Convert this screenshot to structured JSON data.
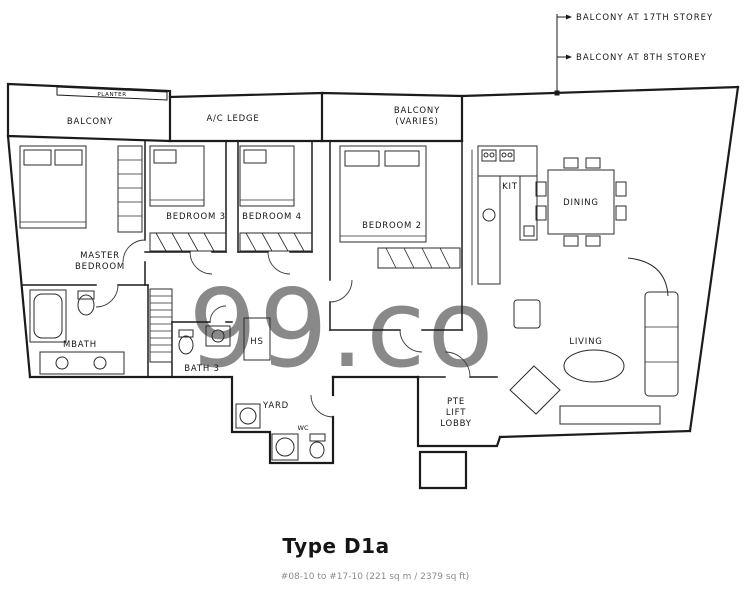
{
  "annotations": {
    "line1": "BALCONY AT 17TH STOREY",
    "line2": "BALCONY AT 8TH STOREY"
  },
  "rooms": {
    "planter": "PLANTER",
    "balcony": "BALCONY",
    "ac_ledge": "A/C LEDGE",
    "balcony_varies_line1": "BALCONY",
    "balcony_varies_line2": "(VARIES)",
    "master_line1": "MASTER",
    "master_line2": "BEDROOM",
    "bedroom3": "BEDROOM 3",
    "bedroom4": "BEDROOM 4",
    "bedroom2": "BEDROOM 2",
    "kitchen": "KIT",
    "dining": "DINING",
    "living": "LIVING",
    "mbath": "MBATH",
    "bath3": "BATH 3",
    "hs": "HS",
    "yard": "YARD",
    "wc": "WC",
    "lobby_line1": "PTE",
    "lobby_line2": "LIFT",
    "lobby_line3": "LOBBY"
  },
  "watermark": "99.co",
  "footer": {
    "title": "Type D1a",
    "subtitle": "#08-10 to #17-10 (221 sq m / 2379 sq ft)"
  },
  "colors": {
    "title_accent": "#BD9A1C",
    "wall_line": "#1b1b1b",
    "watermark_gray": "#c9c9c9"
  }
}
